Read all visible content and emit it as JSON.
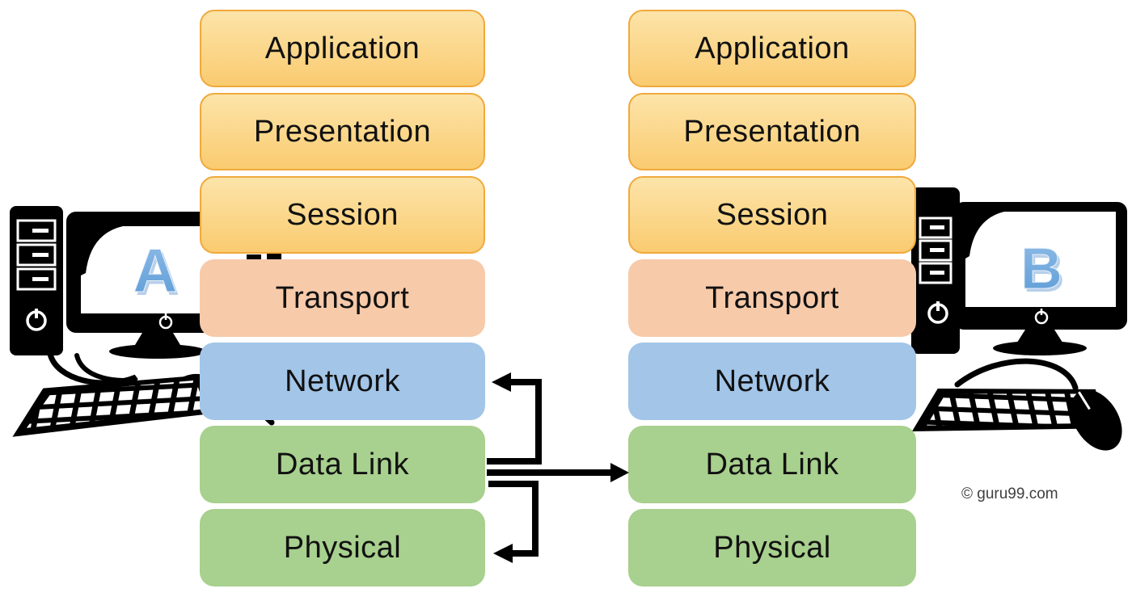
{
  "stack_a": {
    "computer_label": "A",
    "layers": [
      "Application",
      "Presentation",
      "Session",
      "Transport",
      "Network",
      "Data Link",
      "Physical"
    ]
  },
  "stack_b": {
    "computer_label": "B",
    "layers": [
      "Application",
      "Presentation",
      "Session",
      "Transport",
      "Network",
      "Data Link",
      "Physical"
    ]
  },
  "arrows": [
    {
      "from": "Data Link (A)",
      "to": "Network (A)",
      "direction": "up-left"
    },
    {
      "from": "Data Link (A)",
      "to": "Data Link (B)",
      "direction": "right"
    },
    {
      "from": "Data Link (A)",
      "to": "Physical (A)",
      "direction": "down-left"
    }
  ],
  "watermark": {
    "text": "© guru99.com"
  },
  "colors": {
    "upper_fill_top": "#FCE4A9",
    "upper_fill_bottom": "#FACB70",
    "upper_border": "#F0A93C",
    "transport_fill": "#F7CAAA",
    "network_fill": "#A2C5E8",
    "datalink_fill": "#A8D08E",
    "physical_fill": "#A8D08E",
    "arrow": "#000000",
    "computer_silhouette": "#000000",
    "screen_letter": "#5B9BD5",
    "watermark_text": "#3F3F3F",
    "layer_text": "#111111"
  }
}
